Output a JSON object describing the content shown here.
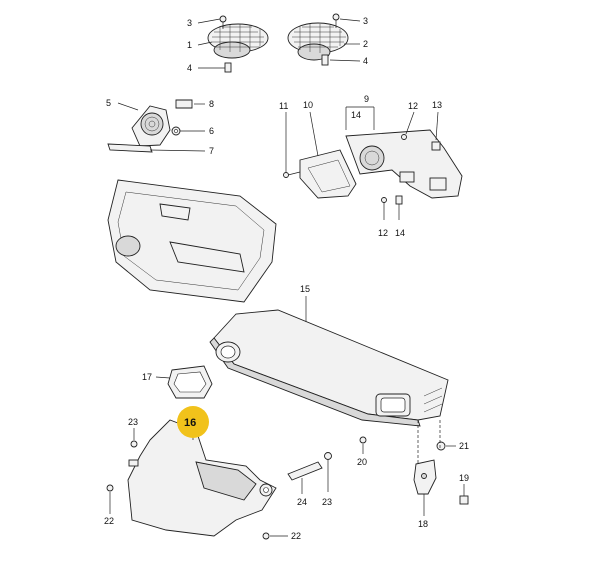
{
  "callouts": {
    "c1": "1",
    "c2": "2",
    "c3a": "3",
    "c3b": "3",
    "c4a": "4",
    "c4b": "4",
    "c5": "5",
    "c6": "6",
    "c7": "7",
    "c8": "8",
    "c9": "9",
    "c10": "10",
    "c11": "11",
    "c12a": "12",
    "c12b": "12",
    "c13": "13",
    "c14a": "14",
    "c14b": "14",
    "c15": "15",
    "c16": "16",
    "c17": "17",
    "c18": "18",
    "c19": "19",
    "c20": "20",
    "c21": "21",
    "c22a": "22",
    "c22b": "22",
    "c23a": "23",
    "c23b": "23",
    "c24": "24"
  },
  "highlight": {
    "callout": "16",
    "color": "#f1c21b"
  }
}
